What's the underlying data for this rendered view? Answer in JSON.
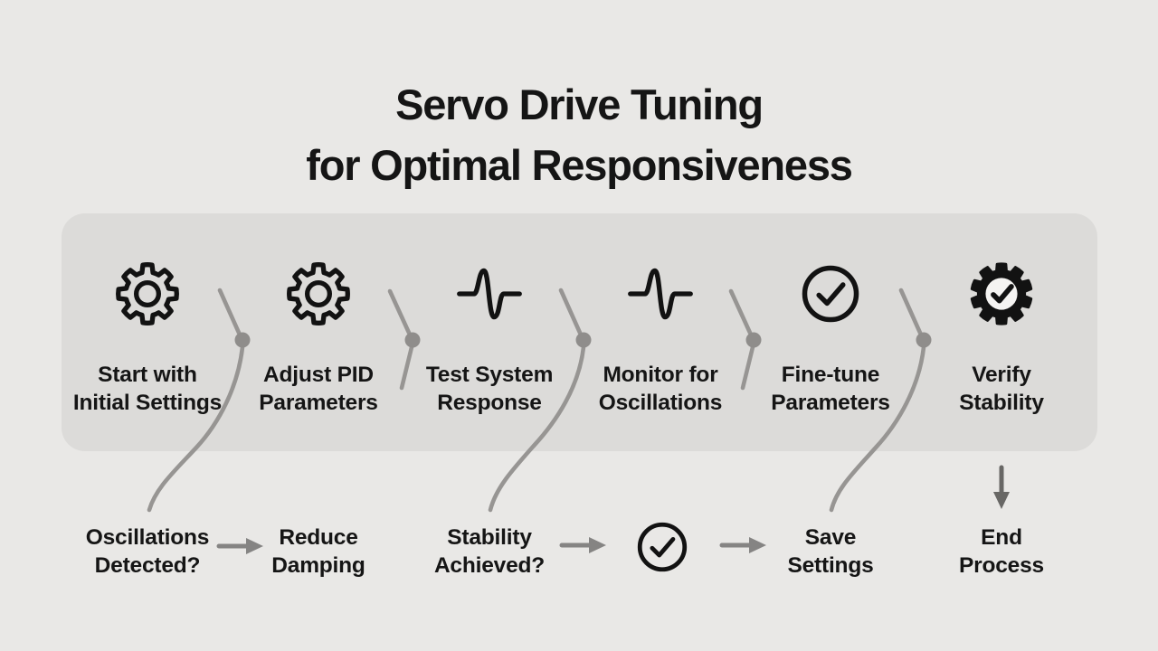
{
  "title": {
    "line1": "Servo Drive Tuning",
    "line2": "for Optimal Responsiveness"
  },
  "steps": [
    {
      "line1": "Start with",
      "line2": "Initial Settings",
      "icon": "gear"
    },
    {
      "line1": "Adjust PID",
      "line2": "Parameters",
      "icon": "gear"
    },
    {
      "line1": "Test System",
      "line2": "Response",
      "icon": "waveform"
    },
    {
      "line1": "Monitor for",
      "line2": "Oscillations",
      "icon": "waveform"
    },
    {
      "line1": "Fine-tune",
      "line2": "Parameters",
      "icon": "check-circle"
    },
    {
      "line1": "Verify",
      "line2": "Stability",
      "icon": "gear-check"
    }
  ],
  "bottom_row": {
    "nodes": [
      {
        "line1": "Oscillations",
        "line2": "Detected?"
      },
      {
        "line1": "Reduce",
        "line2": "Damping"
      },
      {
        "line1": "Stability",
        "line2": "Achieved?"
      },
      {
        "line1": "Save",
        "line2": "Settings"
      },
      {
        "line1": "End",
        "line2": "Process"
      }
    ],
    "check_icon": "check-circle"
  },
  "colors": {
    "bg": "#e9e8e6",
    "band": "#dcdbd9",
    "text": "#151515",
    "icon": "#121212",
    "connector": "#979593",
    "dot": "#8f8d8b",
    "arrow": "#858483",
    "arrow_dark": "#686765",
    "icon_inner": "#f5f4f2"
  }
}
